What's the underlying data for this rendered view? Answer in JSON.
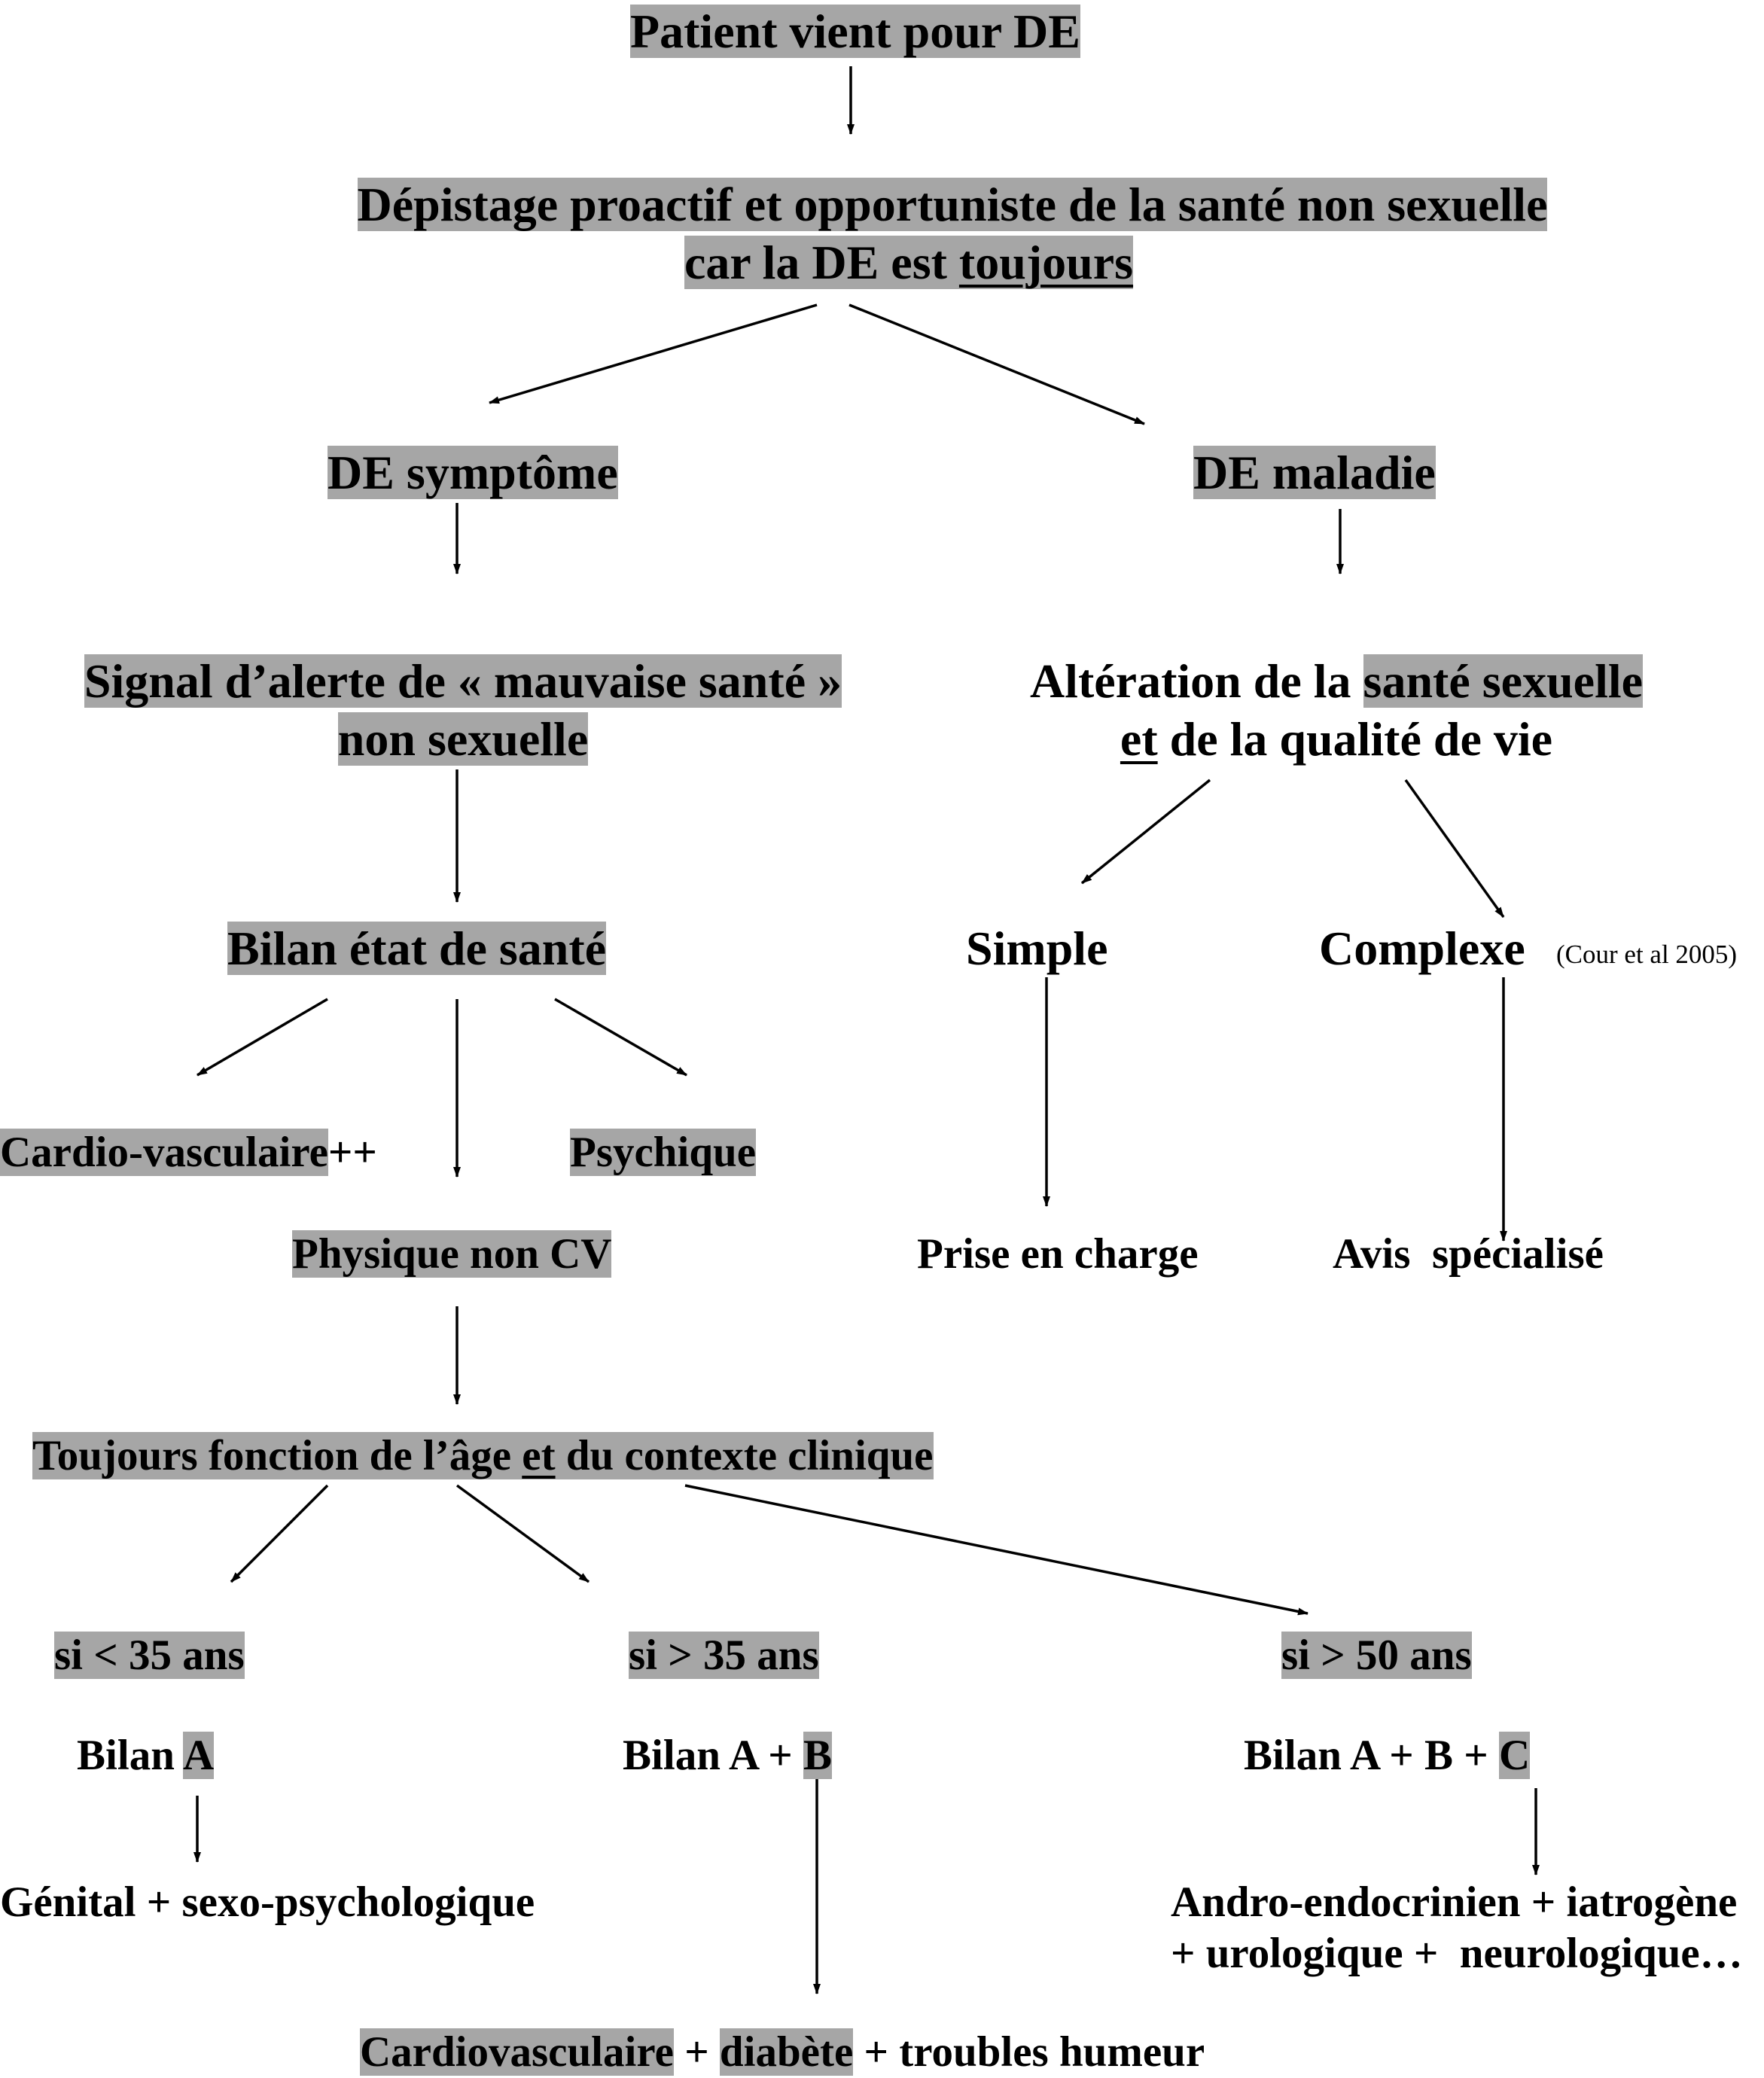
{
  "nodes": {
    "patient": "Patient vient pour DE",
    "depistage_line1": "Dépistage proactif et opportuniste de la santé non sexuelle",
    "depistage_line2_prefix": "car la DE est ",
    "depistage_line2_emph": "toujours",
    "de_symptome": "DE symptôme",
    "de_maladie": "DE maladie",
    "signal_line1": "Signal d’alerte de « mauvaise santé »",
    "signal_line2": "non sexuelle",
    "alteration_prefix": "Altération de la ",
    "alteration_hl": "santé sexuelle",
    "alteration_line2_emph": "et",
    "alteration_line2_rest": " de la qualité de vie",
    "bilan_etat": "Bilan état de santé",
    "simple": "Simple",
    "complexe": "Complexe",
    "citation": "(Cour et al 2005)",
    "cardio": "Cardio-vasculaire",
    "cardio_suffix": "++",
    "psychique": "Psychique",
    "physique": "Physique non CV",
    "prise_en_charge": "Prise en charge",
    "avis": "Avis  spécialisé",
    "toujours_prefix": "Toujours fonction de l’âge ",
    "toujours_emph": "et",
    "toujours_rest": " du contexte clinique",
    "age_lt35": "si < 35 ans",
    "age_gt35": "si > 35 ans",
    "age_gt50": "si > 50 ans",
    "bilan_a_prefix": "Bilan ",
    "bilan_a_hl": "A",
    "bilan_ab_prefix": "Bilan A + ",
    "bilan_ab_hl": "B",
    "bilan_abc_prefix": "Bilan A + B + ",
    "bilan_abc_hl": "C",
    "genital": "Génital + sexo-psychologique",
    "andro_line1": "Andro-endocrinien + iatrogène",
    "andro_line2": "+ urologique +  neurologique…",
    "bottom_hl1": "Cardiovasculaire",
    "bottom_sep1": " + ",
    "bottom_hl2": "diabète",
    "bottom_rest": " + troubles humeur"
  },
  "colors": {
    "highlight": "#a6a6a6",
    "text": "#000000"
  }
}
